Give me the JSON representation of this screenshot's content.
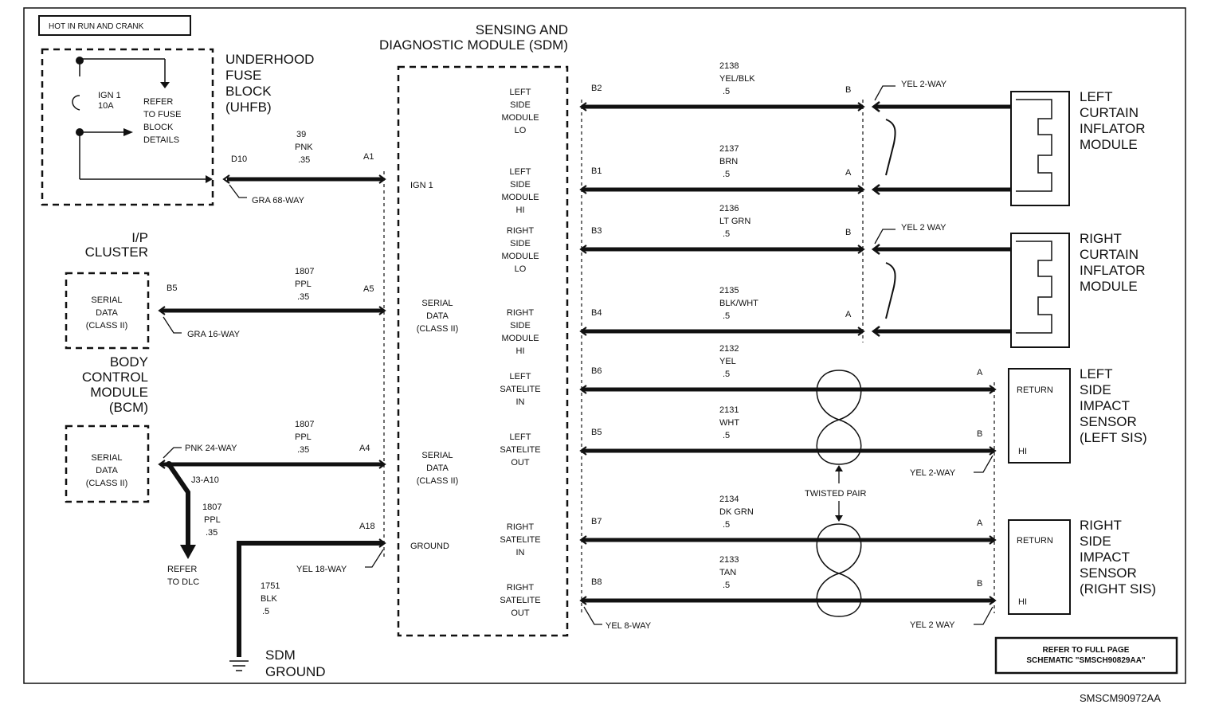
{
  "header_box": "HOT IN RUN AND CRANK",
  "figure_id": "SMSCM90972AA",
  "uhfb": {
    "title": [
      "UNDERHOOD",
      "FUSE",
      "BLOCK",
      "(UHFB)"
    ],
    "fuse": [
      "IGN 1",
      "10A"
    ],
    "refer": [
      "REFER",
      "TO FUSE",
      "BLOCK",
      "DETAILS"
    ],
    "pin": "D10",
    "connector": "GRA 68-WAY"
  },
  "ip_cluster": {
    "title": [
      "I/P",
      "CLUSTER"
    ],
    "box": [
      "SERIAL",
      "DATA",
      "(CLASS II)"
    ],
    "pin": "B5",
    "connector": "GRA 16-WAY"
  },
  "bcm": {
    "title": [
      "BODY",
      "CONTROL",
      "MODULE",
      "(BCM)"
    ],
    "box": [
      "SERIAL",
      "DATA",
      "(CLASS II)"
    ],
    "connector": "PNK 24-WAY",
    "splice": "J3-A10",
    "dlc_wire": [
      "1807",
      "PPL",
      ".35"
    ],
    "refer_dlc": [
      "REFER",
      "TO DLC"
    ]
  },
  "sdm": {
    "title": [
      "SENSING AND",
      "DIAGNOSTIC MODULE (SDM)"
    ],
    "left_labels": [
      [
        "IGN 1"
      ],
      [
        "SERIAL",
        "DATA",
        "(CLASS II)"
      ],
      [
        "SERIAL",
        "DATA",
        "(CLASS II)"
      ],
      [
        "GROUND"
      ]
    ],
    "right_labels": [
      [
        "LEFT",
        "SIDE",
        "MODULE",
        "LO"
      ],
      [
        "LEFT",
        "SIDE",
        "MODULE",
        "HI"
      ],
      [
        "RIGHT",
        "SIDE",
        "MODULE",
        "LO"
      ],
      [
        "RIGHT",
        "SIDE",
        "MODULE",
        "HI"
      ],
      [
        "LEFT",
        "SATELITE",
        "IN"
      ],
      [
        "LEFT",
        "SATELITE",
        "OUT"
      ],
      [
        "RIGHT",
        "SATELITE",
        "IN"
      ],
      [
        "RIGHT",
        "SATELITE",
        "OUT"
      ]
    ]
  },
  "left_wires": [
    {
      "pin": "A1",
      "circuit": [
        "39",
        "PNK",
        ".35"
      ]
    },
    {
      "pin": "A5",
      "circuit": [
        "1807",
        "PPL",
        ".35"
      ]
    },
    {
      "pin": "A4",
      "circuit": [
        "1807",
        "PPL",
        ".35"
      ]
    },
    {
      "pin": "A18",
      "circuit": [
        "1751",
        "BLK",
        ".5"
      ]
    }
  ],
  "left_connectors": [
    "YEL 18-WAY"
  ],
  "right_wires": [
    {
      "pin": "B2",
      "circuit": [
        "2138",
        "YEL/BLK",
        ".5"
      ],
      "end": "B"
    },
    {
      "pin": "B1",
      "circuit": [
        "2137",
        "BRN",
        ".5"
      ],
      "end": "A"
    },
    {
      "pin": "B3",
      "circuit": [
        "2136",
        "LT GRN",
        ".5"
      ],
      "end": "B"
    },
    {
      "pin": "B4",
      "circuit": [
        "2135",
        "BLK/WHT",
        ".5"
      ],
      "end": "A"
    },
    {
      "pin": "B6",
      "circuit": [
        "2132",
        "YEL",
        ".5"
      ],
      "end": "A"
    },
    {
      "pin": "B5",
      "circuit": [
        "2131",
        "WHT",
        ".5"
      ],
      "end": "B"
    },
    {
      "pin": "B7",
      "circuit": [
        "2134",
        "DK GRN",
        ".5"
      ],
      "end": "A"
    },
    {
      "pin": "B8",
      "circuit": [
        "2133",
        "TAN",
        ".5"
      ],
      "end": "B"
    }
  ],
  "connectors": {
    "curtain_left": "YEL 2-WAY",
    "curtain_right": "YEL 2 WAY",
    "sis_left": "YEL 2-WAY",
    "sis_right": "YEL 2 WAY",
    "sdm_b": "YEL 8-WAY"
  },
  "twisted_pair": "TWISTED PAIR",
  "modules": [
    {
      "title": [
        "LEFT",
        "CURTAIN",
        "INFLATOR",
        "MODULE"
      ]
    },
    {
      "title": [
        "RIGHT",
        "CURTAIN",
        "INFLATOR",
        "MODULE"
      ]
    },
    {
      "title": [
        "LEFT",
        "SIDE",
        "IMPACT",
        "SENSOR",
        "(LEFT SIS)"
      ],
      "pins": [
        "RETURN",
        "HI"
      ]
    },
    {
      "title": [
        "RIGHT",
        "SIDE",
        "IMPACT",
        "SENSOR",
        "(RIGHT SIS)"
      ],
      "pins": [
        "RETURN",
        "HI"
      ]
    }
  ],
  "ground": [
    "SDM",
    "GROUND"
  ],
  "refer_full": [
    "REFER TO FULL PAGE",
    "SCHEMATIC \"SMSCH90829AA\""
  ]
}
